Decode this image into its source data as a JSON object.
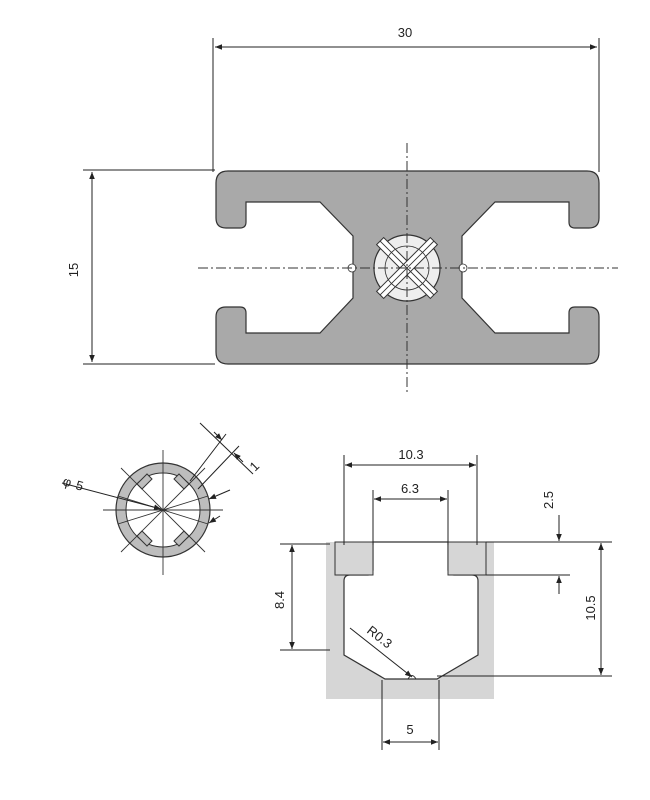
{
  "colors": {
    "profile_fill": "#a9a9a9",
    "slot_fill": "#d6d6d6",
    "line": "#222222",
    "background": "#ffffff"
  },
  "main_view": {
    "width_label": "30",
    "height_label": "15"
  },
  "core_detail": {
    "diameter_symbol": "φ",
    "diameter_value": "5",
    "wall_label": "1"
  },
  "slot_detail": {
    "opening_width_label": "10.3",
    "inner_width_label": "6.3",
    "lip_thickness_label": "2.5",
    "depth_label": "8.4",
    "total_depth_label": "10.5",
    "radius_label": "R0.3",
    "bottom_width_label": "5"
  }
}
